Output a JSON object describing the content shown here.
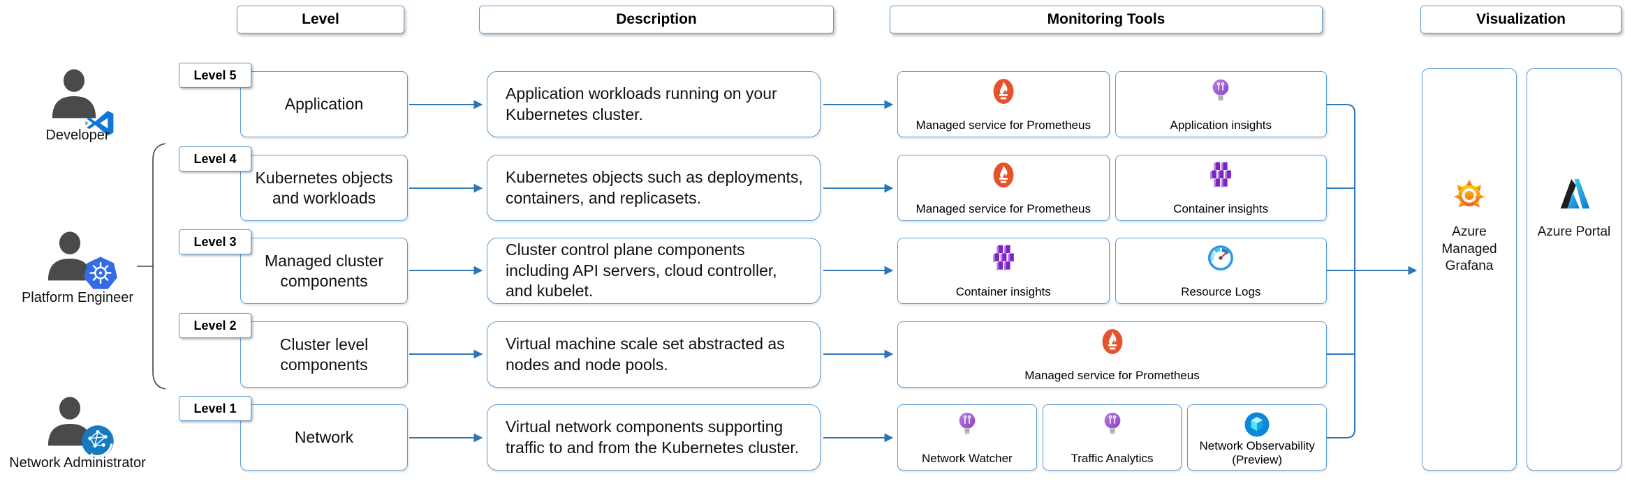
{
  "headers": {
    "level": "Level",
    "description": "Description",
    "monitoring": "Monitoring Tools",
    "visualization": "Visualization"
  },
  "personas": [
    {
      "label": "Developer",
      "badge_icon": "vscode"
    },
    {
      "label": "Platform Engineer",
      "badge_icon": "kubernetes"
    },
    {
      "label": "Network Administrator",
      "badge_icon": "network-globe"
    }
  ],
  "rows": [
    {
      "badge": "Level 5",
      "level": "Application",
      "description": "Application workloads running on your Kubernetes cluster.",
      "tools": [
        {
          "icon": "prometheus",
          "label": "Managed service for Prometheus"
        },
        {
          "icon": "application-insights-bulb",
          "label": "Application insights"
        }
      ]
    },
    {
      "badge": "Level 4",
      "level": "Kubernetes objects and workloads",
      "description": "Kubernetes objects such as deployments, containers, and replicasets.",
      "tools": [
        {
          "icon": "prometheus",
          "label": "Managed service for Prometheus"
        },
        {
          "icon": "container-insights",
          "label": "Container insights"
        }
      ]
    },
    {
      "badge": "Level 3",
      "level": "Managed cluster components",
      "description": "Cluster control plane components including API servers, cloud controller, and kubelet.",
      "tools": [
        {
          "icon": "container-insights",
          "label": "Container insights"
        },
        {
          "icon": "resource-logs",
          "label": "Resource Logs"
        }
      ]
    },
    {
      "badge": "Level 2",
      "level": "Cluster level components",
      "description": "Virtual machine scale set abstracted as nodes and node pools.",
      "tools": [
        {
          "icon": "prometheus",
          "label": "Managed service for Prometheus"
        }
      ]
    },
    {
      "badge": "Level 1",
      "level": "Network",
      "description": "Virtual network components supporting traffic to and from the Kubernetes cluster.",
      "tools": [
        {
          "icon": "network-watcher-bulb",
          "label": "Network Watcher"
        },
        {
          "icon": "traffic-analytics-bulb",
          "label": "Traffic Analytics"
        },
        {
          "icon": "network-observability",
          "label": "Network Observability (Preview)"
        }
      ]
    }
  ],
  "visualization": [
    {
      "icon": "grafana",
      "label": "Azure Managed Grafana"
    },
    {
      "icon": "azure-portal",
      "label": "Azure Portal"
    }
  ],
  "colors": {
    "box_border": "#5B9BD5",
    "connector_blue": "#2E75B6",
    "bracket_gray": "#404040",
    "prometheus_orange": "#E6522C",
    "insights_purple": "#9A5CD0",
    "container_purple": "#7E22C3",
    "gauge_blue": "#2E9BE6",
    "observability_blue": "#0C87DA",
    "grafana_orange": "#F05A28",
    "azure_blue": "#1372C9",
    "kubernetes_blue": "#326CE5",
    "vscode_blue": "#1177D7",
    "person_gray": "#4A4A4A"
  }
}
